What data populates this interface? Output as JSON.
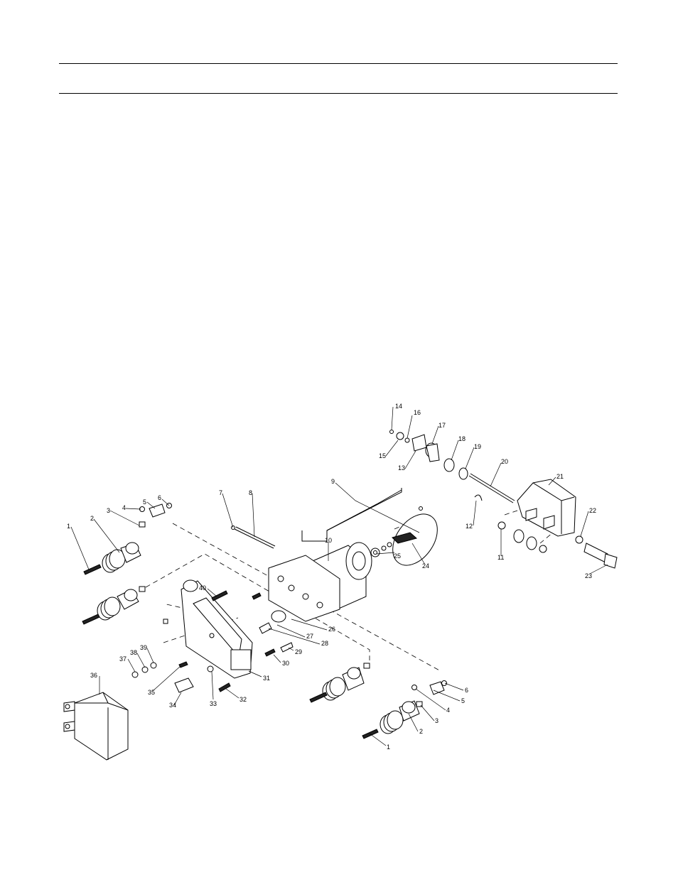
{
  "page": {
    "header_rules": 2
  },
  "diagram": {
    "title": "",
    "callouts": [
      {
        "id": "c1a",
        "text": "1"
      },
      {
        "id": "c2a",
        "text": "2"
      },
      {
        "id": "c3a",
        "text": "3"
      },
      {
        "id": "c4a",
        "text": "4"
      },
      {
        "id": "c5a",
        "text": "5"
      },
      {
        "id": "c6a",
        "text": "6"
      },
      {
        "id": "c7",
        "text": "7"
      },
      {
        "id": "c8",
        "text": "8"
      },
      {
        "id": "c9",
        "text": "9"
      },
      {
        "id": "c10",
        "text": "10"
      },
      {
        "id": "c11",
        "text": "11"
      },
      {
        "id": "c12",
        "text": "12"
      },
      {
        "id": "c13",
        "text": "13"
      },
      {
        "id": "c14",
        "text": "14"
      },
      {
        "id": "c15",
        "text": "15"
      },
      {
        "id": "c16",
        "text": "16"
      },
      {
        "id": "c17",
        "text": "17"
      },
      {
        "id": "c18",
        "text": "18"
      },
      {
        "id": "c19",
        "text": "19"
      },
      {
        "id": "c20",
        "text": "20"
      },
      {
        "id": "c21",
        "text": "21"
      },
      {
        "id": "c22",
        "text": "22"
      },
      {
        "id": "c23",
        "text": "23"
      },
      {
        "id": "c24",
        "text": "24"
      },
      {
        "id": "c25",
        "text": "25"
      },
      {
        "id": "c26",
        "text": "26"
      },
      {
        "id": "c27",
        "text": "27"
      },
      {
        "id": "c28",
        "text": "28"
      },
      {
        "id": "c29",
        "text": "29"
      },
      {
        "id": "c30",
        "text": "30"
      },
      {
        "id": "c31",
        "text": "31"
      },
      {
        "id": "c32",
        "text": "32"
      },
      {
        "id": "c33",
        "text": "33"
      },
      {
        "id": "c34",
        "text": "34"
      },
      {
        "id": "c35",
        "text": "35"
      },
      {
        "id": "c36",
        "text": "36"
      },
      {
        "id": "c37",
        "text": "37"
      },
      {
        "id": "c38",
        "text": "38"
      },
      {
        "id": "c39",
        "text": "39"
      },
      {
        "id": "c40",
        "text": "40"
      },
      {
        "id": "c6b",
        "text": "6"
      },
      {
        "id": "c5b",
        "text": "5"
      },
      {
        "id": "c4b",
        "text": "4"
      },
      {
        "id": "c3b",
        "text": "3"
      },
      {
        "id": "c2b",
        "text": "2"
      },
      {
        "id": "c1b",
        "text": "1"
      }
    ]
  }
}
